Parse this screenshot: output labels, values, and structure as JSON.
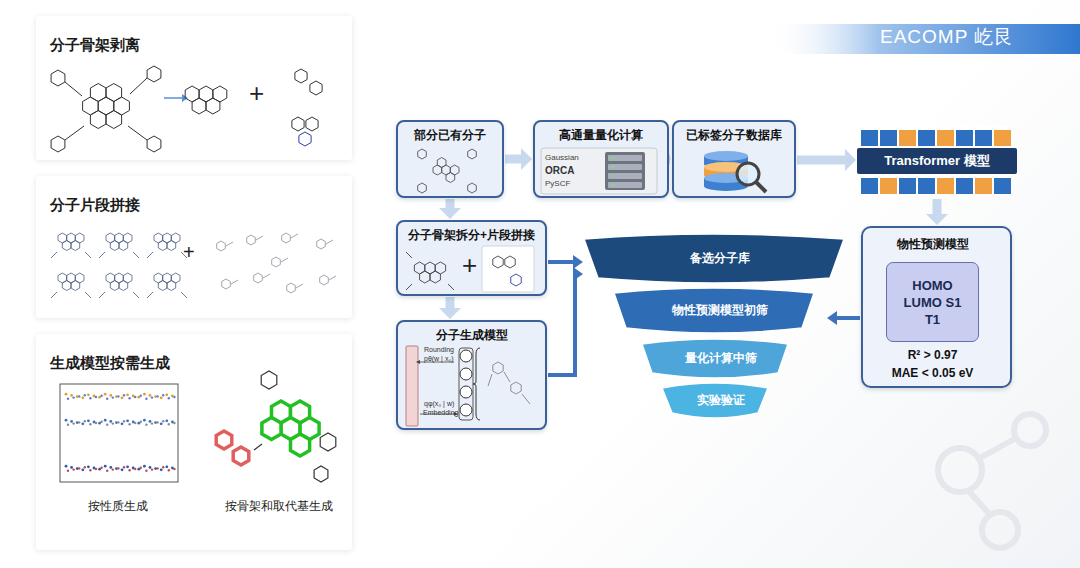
{
  "diagram": {
    "nodes": [
      {
        "text": [
          "分子骨架剥离"
        ]
      },
      {
        "text": [
          "分子片段拼接"
        ]
      },
      {
        "text": [
          "生成模型按需生成",
          "按性质生成",
          "按骨架和取代基生成"
        ]
      },
      {
        "text": [
          "部分已有分子"
        ]
      },
      {
        "text": [
          "高通量量化计算"
        ]
      },
      {
        "text": [
          "已标签分子数据库"
        ]
      },
      {
        "text": [
          "Transformer 模型"
        ]
      },
      {
        "text": [
          "物性预测模型",
          "R² > 0.97",
          "MAE < 0.05 eV"
        ]
      },
      {
        "text": [
          "HOMO LUMO S1 T1"
        ],
        "in": 7
      },
      {
        "text": [
          "分子骨架拆分+片段拼接"
        ]
      },
      {
        "text": [
          "分子生成模型"
        ]
      },
      {
        "text": [
          "备选分子库"
        ]
      },
      {
        "text": [
          "物性预测模型初筛"
        ]
      },
      {
        "text": [
          "量化计算中筛"
        ]
      },
      {
        "text": [
          "实验验证"
        ]
      }
    ],
    "edges": [
      {
        "from": 3,
        "to": 4,
        "arrow": "to"
      },
      {
        "from": 4,
        "to": 5,
        "arrow": "to"
      },
      {
        "from": 5,
        "to": 6,
        "arrow": "to"
      },
      {
        "from": 6,
        "to": 7,
        "arrow": "to"
      },
      {
        "from": 3,
        "to": 9,
        "arrow": "to"
      },
      {
        "from": 9,
        "to": 10,
        "arrow": "to"
      },
      {
        "from": 9,
        "to": 11,
        "arrow": "to"
      },
      {
        "from": 10,
        "to": 11,
        "arrow": "to"
      },
      {
        "from": 7,
        "to": 12,
        "arrow": "to"
      }
    ],
    "labels": [
      "EACOMP 屹艮",
      "+",
      "+",
      "Gaussian",
      "ORCA",
      "PySCF",
      "+",
      "Rounding",
      "pθ(w | x₀)",
      "qφ(x₀ | w)",
      "Embedding"
    ]
  }
}
